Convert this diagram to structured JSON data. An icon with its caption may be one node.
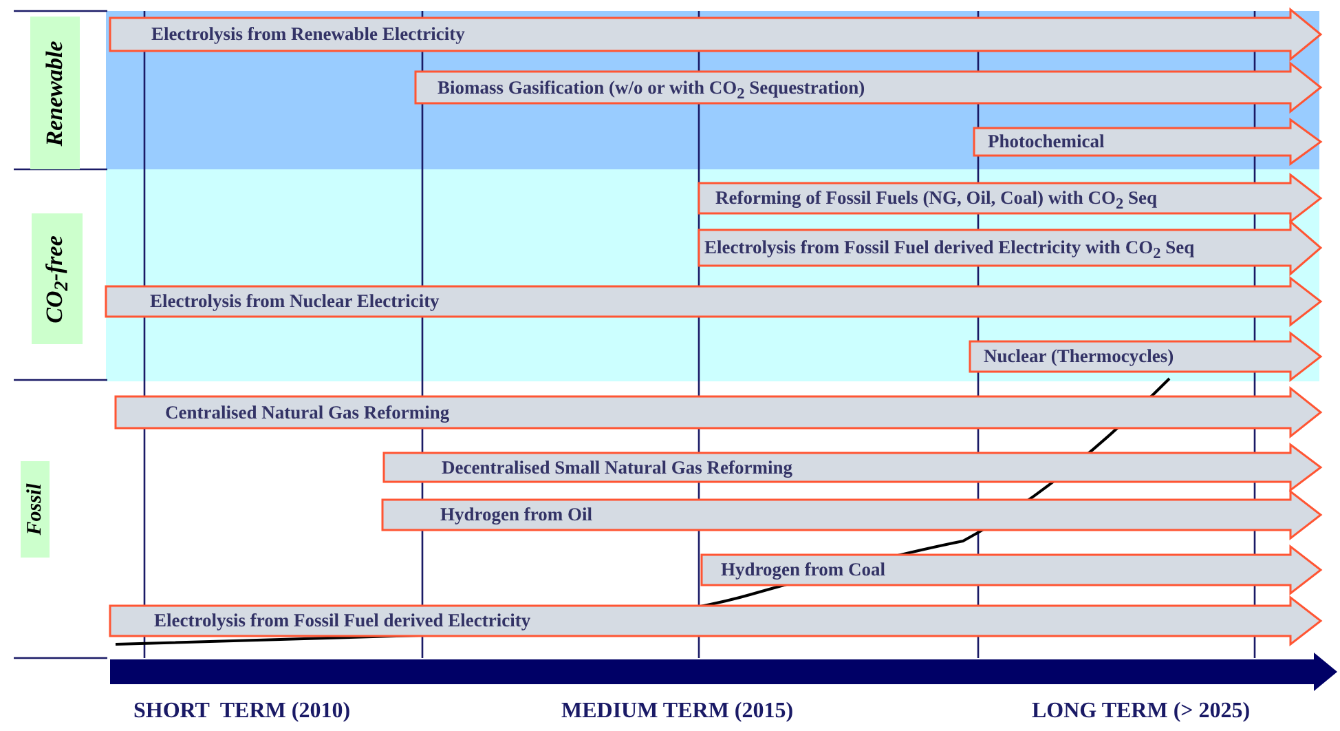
{
  "diagram": {
    "nodes": [
      {
        "text": [
          "Renewable"
        ]
      },
      {
        "text": [
          "CO$_{2}$-free"
        ]
      },
      {
        "text": [
          "Fossil"
        ]
      },
      {
        "text": [
          "Electrolysis from Renewable Electricity"
        ]
      },
      {
        "text": [
          "Biomass Gasification (w/o or with CO$_{2}$ Sequestration)"
        ]
      },
      {
        "text": [
          "Photochemical"
        ]
      },
      {
        "text": [
          "Reforming of Fossil Fuels (NG, Oil, Coal)  with CO$_{2}$ Seq"
        ]
      },
      {
        "text": [
          "Electrolysis from Fossil Fuel derived Electricity with CO$_{2}$ Seq"
        ]
      },
      {
        "text": [
          "Electrolysis from Nuclear Electricity"
        ]
      },
      {
        "text": [
          "Nuclear (Thermocycles)"
        ]
      },
      {
        "text": [
          "Centralised Natural Gas Reforming"
        ]
      },
      {
        "text": [
          "Decentralised Small Natural Gas Reforming"
        ]
      },
      {
        "text": [
          "Hydrogen from Oil"
        ]
      },
      {
        "text": [
          "Hydrogen from Coal"
        ]
      },
      {
        "text": [
          "Electrolysis from Fossil Fuel derived Electricity"
        ]
      }
    ],
    "labels": [
      "SHORT  TERM (2010)",
      "MEDIUM TERM (2015)",
      "LONG TERM (> 2025)"
    ]
  }
}
